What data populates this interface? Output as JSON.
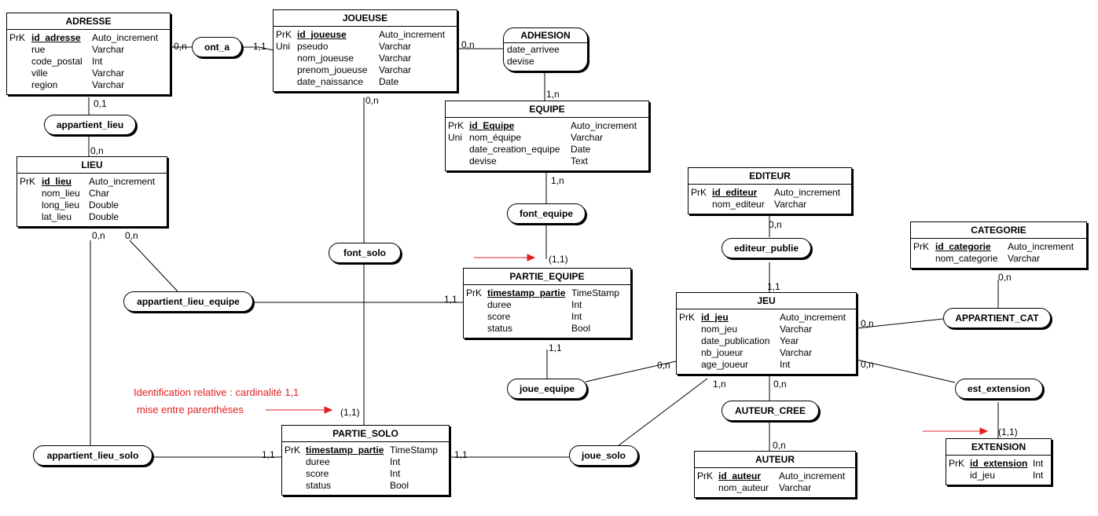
{
  "entities": {
    "adresse": {
      "title": "ADRESSE",
      "rows": [
        {
          "k": "PrK",
          "n": "id_adresse",
          "t": "Auto_increment",
          "b": true
        },
        {
          "k": "",
          "n": "rue",
          "t": "Varchar"
        },
        {
          "k": "",
          "n": "code_postal",
          "t": "Int"
        },
        {
          "k": "",
          "n": "ville",
          "t": "Varchar"
        },
        {
          "k": "",
          "n": "region",
          "t": "Varchar"
        }
      ]
    },
    "joueuse": {
      "title": "JOUEUSE",
      "rows": [
        {
          "k": "PrK",
          "n": "id_joueuse",
          "t": "Auto_increment",
          "b": true
        },
        {
          "k": "Uni",
          "n": "pseudo",
          "t": "Varchar"
        },
        {
          "k": "",
          "n": "nom_joueuse",
          "t": "Varchar"
        },
        {
          "k": "",
          "n": "prenom_joueuse",
          "t": "Varchar"
        },
        {
          "k": "",
          "n": "date_naissance",
          "t": "Date"
        }
      ]
    },
    "lieu": {
      "title": "LIEU",
      "rows": [
        {
          "k": "PrK",
          "n": "id_lieu",
          "t": "Auto_increment",
          "b": true
        },
        {
          "k": "",
          "n": "nom_lieu",
          "t": "Char"
        },
        {
          "k": "",
          "n": "long_lieu",
          "t": "Double"
        },
        {
          "k": "",
          "n": "lat_lieu",
          "t": "Double"
        }
      ]
    },
    "equipe": {
      "title": "EQUIPE",
      "rows": [
        {
          "k": "PrK",
          "n": "id_Equipe",
          "t": "Auto_increment",
          "b": true
        },
        {
          "k": "Uni",
          "n": "nom_équipe",
          "t": "Varchar"
        },
        {
          "k": "",
          "n": "date_creation_equipe",
          "t": "Date"
        },
        {
          "k": "",
          "n": "devise",
          "t": "Text"
        }
      ]
    },
    "editeur": {
      "title": "EDITEUR",
      "rows": [
        {
          "k": "PrK",
          "n": "id_editeur",
          "t": "Auto_increment",
          "b": true
        },
        {
          "k": "",
          "n": "nom_editeur",
          "t": "Varchar"
        }
      ]
    },
    "categorie": {
      "title": "CATEGORIE",
      "rows": [
        {
          "k": "PrK",
          "n": "id_categorie",
          "t": "Auto_increment",
          "b": true
        },
        {
          "k": "",
          "n": "nom_categorie",
          "t": "Varchar"
        }
      ]
    },
    "partie_equipe": {
      "title": "PARTIE_EQUIPE",
      "rows": [
        {
          "k": "PrK",
          "n": "timestamp_partie",
          "t": "TimeStamp",
          "b": true
        },
        {
          "k": "",
          "n": "duree",
          "t": "Int"
        },
        {
          "k": "",
          "n": "score",
          "t": "Int"
        },
        {
          "k": "",
          "n": "status",
          "t": "Bool"
        }
      ]
    },
    "jeu": {
      "title": "JEU",
      "rows": [
        {
          "k": "PrK",
          "n": "id_jeu",
          "t": "Auto_increment",
          "b": true
        },
        {
          "k": "",
          "n": "nom_jeu",
          "t": "Varchar"
        },
        {
          "k": "",
          "n": "date_publication",
          "t": "Year"
        },
        {
          "k": "",
          "n": "nb_joueur",
          "t": "Varchar"
        },
        {
          "k": "",
          "n": "age_joueur",
          "t": "Int"
        }
      ]
    },
    "partie_solo": {
      "title": "PARTIE_SOLO",
      "rows": [
        {
          "k": "PrK",
          "n": "timestamp_partie",
          "t": "TimeStamp",
          "b": true
        },
        {
          "k": "",
          "n": "duree",
          "t": "Int"
        },
        {
          "k": "",
          "n": "score",
          "t": "Int"
        },
        {
          "k": "",
          "n": "status",
          "t": "Bool"
        }
      ]
    },
    "auteur": {
      "title": "AUTEUR",
      "rows": [
        {
          "k": "PrK",
          "n": "id_auteur",
          "t": "Auto_increment",
          "b": true
        },
        {
          "k": "",
          "n": "nom_auteur",
          "t": "Varchar"
        }
      ]
    },
    "extension": {
      "title": "EXTENSION",
      "rows": [
        {
          "k": "PrK",
          "n": "id_extension",
          "t": "Int",
          "b": true
        },
        {
          "k": "",
          "n": "id_jeu",
          "t": "Int"
        }
      ]
    }
  },
  "relations": {
    "ont_a": "ont_a",
    "adhesion": {
      "title": "ADHESION",
      "attrs": [
        "date_arrivee",
        "devise"
      ]
    },
    "appartient_lieu": "appartient_lieu",
    "font_equipe": "font_equipe",
    "editeur_publie": "editeur_publie",
    "font_solo": "font_solo",
    "appartient_lieu_equipe": "appartient_lieu_equipe",
    "appartient_cat": "APPARTIENT_CAT",
    "joue_equipe": "joue_equipe",
    "est_extension": "est_extension",
    "auteur_cree": "AUTEUR_CREE",
    "appartient_lieu_solo": "appartient_lieu_solo",
    "joue_solo": "joue_solo"
  },
  "cardinalities": [
    {
      "id": "c1",
      "text": "0,n"
    },
    {
      "id": "c2",
      "text": "1,1"
    },
    {
      "id": "c3",
      "text": "0,n"
    },
    {
      "id": "c4",
      "text": "1,n"
    },
    {
      "id": "c5",
      "text": "0,1"
    },
    {
      "id": "c6",
      "text": "0,n"
    },
    {
      "id": "c7",
      "text": "1,n"
    },
    {
      "id": "c8",
      "text": "0,n"
    },
    {
      "id": "c9",
      "text": "1,1"
    },
    {
      "id": "c10",
      "text": "0,n"
    },
    {
      "id": "c11",
      "text": "0,n"
    },
    {
      "id": "c12",
      "text": "0,n"
    },
    {
      "id": "c13",
      "text": "(1,1)"
    },
    {
      "id": "c14",
      "text": "1,1"
    },
    {
      "id": "c15",
      "text": "0,n"
    },
    {
      "id": "c16",
      "text": "1,1"
    },
    {
      "id": "c17",
      "text": "0,n"
    },
    {
      "id": "c18",
      "text": "0,n"
    },
    {
      "id": "c19",
      "text": "0,n"
    },
    {
      "id": "c20",
      "text": "1,n"
    },
    {
      "id": "c21",
      "text": "0,n"
    },
    {
      "id": "c22",
      "text": "(1,1)"
    },
    {
      "id": "c23",
      "text": "1,1"
    },
    {
      "id": "c24",
      "text": "1,1"
    },
    {
      "id": "c25",
      "text": "(1,1)"
    },
    {
      "id": "c26",
      "text": "0,n"
    }
  ],
  "annotation": {
    "line1": "Identification relative :  cardinalité 1,1",
    "line2": "mise entre parenthèses"
  },
  "colors": {
    "annotation": "#e02020",
    "line": "#000000"
  }
}
